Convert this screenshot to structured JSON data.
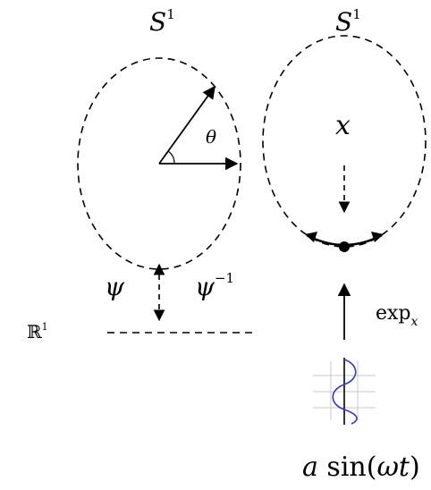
{
  "labels": {
    "left_manifold": "S",
    "left_manifold_sup": "1",
    "right_manifold": "S",
    "right_manifold_sup": "1",
    "angle": "θ",
    "point": "x",
    "chart": "ψ",
    "chart_inverse": "ψ",
    "chart_inverse_sup": "−1",
    "real_line": "ℝ",
    "real_line_sup": "1",
    "exp_map": "exp",
    "exp_map_sub": "x",
    "signal_a": "a",
    "signal_func": " sin(",
    "signal_omega": "ωt",
    "signal_close": ")"
  },
  "colors": {
    "stroke": "#000000",
    "sine_wave": "#3a3aa8",
    "grid": "#c8c8c8"
  }
}
